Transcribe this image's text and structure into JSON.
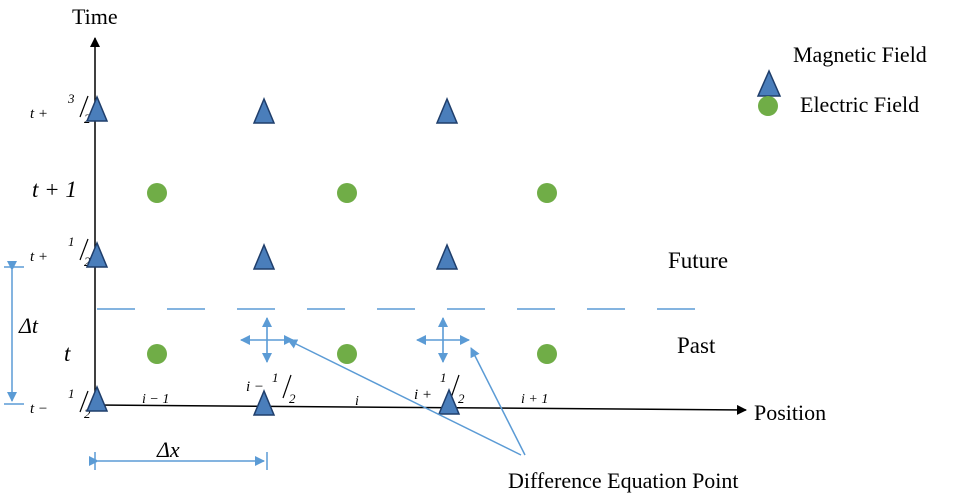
{
  "axes": {
    "y_label": "Time",
    "x_label": "Position"
  },
  "time_labels": {
    "t_minus_half": {
      "base": "t − ",
      "sup": "1",
      "den": "2"
    },
    "t": "t",
    "t_plus_half": {
      "base": "t + ",
      "sup": "1",
      "den": "2"
    },
    "t_plus_one": "t + 1",
    "t_plus_three_half": {
      "base": "t + ",
      "sup": "3",
      "den": "2"
    }
  },
  "position_labels": {
    "i_minus_1": "i − 1",
    "i_minus_half": {
      "base": "i − ",
      "sup": "1",
      "den": "2"
    },
    "i": "i",
    "i_plus_half": {
      "base": "i + ",
      "sup": "1",
      "den": "2"
    },
    "i_plus_1": "i + 1"
  },
  "legend": {
    "magnetic": "Magnetic Field",
    "electric": "Electric Field"
  },
  "regions": {
    "future": "Future",
    "past": "Past"
  },
  "dimensions": {
    "dt": "Δt",
    "dx": "Δx"
  },
  "annotation": "Difference Equation Point",
  "colors": {
    "magnetic_fill": "#4A7EBB",
    "magnetic_stroke": "#1F3E6B",
    "electric_fill": "#70AD47",
    "accent": "#5B9BD5",
    "axis": "#000000"
  }
}
